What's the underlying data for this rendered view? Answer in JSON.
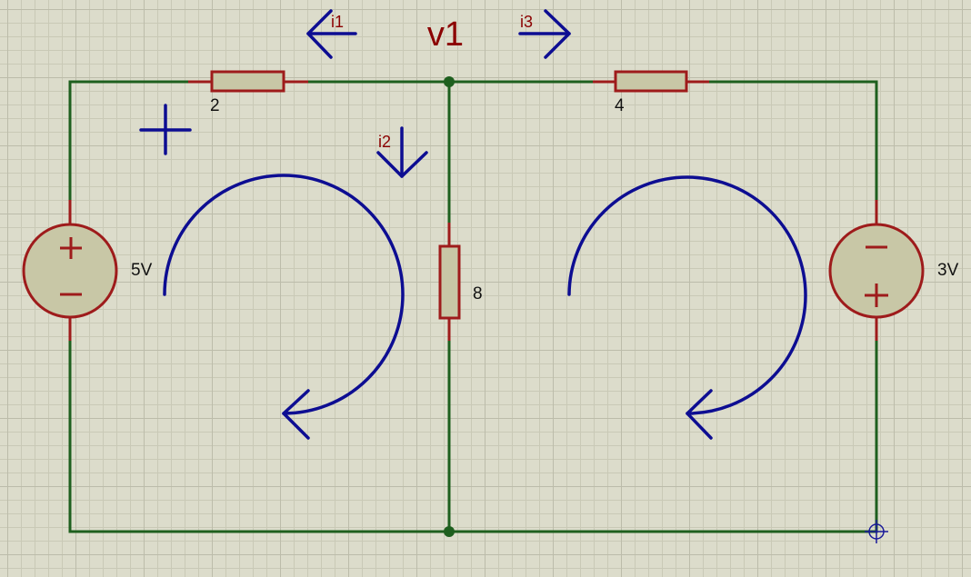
{
  "diagram": {
    "node_label": "v1",
    "currents": {
      "i1": "i1",
      "i2": "i2",
      "i3": "i3"
    },
    "resistors": {
      "r_left": "2",
      "r_middle": "8",
      "r_right": "4"
    },
    "sources": {
      "left": {
        "value": "5V",
        "top_terminal": "+",
        "bottom_terminal": "−"
      },
      "right": {
        "value": "3V",
        "top_terminal": "−",
        "bottom_terminal": "+"
      }
    },
    "colors": {
      "background": "#dcdccb",
      "grid_minor": "#c9c9b6",
      "grid_major": "#bcbcaa",
      "wire": "#1e5f1e",
      "component_stroke": "#9e1b1b",
      "component_fill": "#c8c7a6",
      "annotation": "#0d0d92",
      "current_label": "#8b0000",
      "text": "#111111"
    }
  }
}
